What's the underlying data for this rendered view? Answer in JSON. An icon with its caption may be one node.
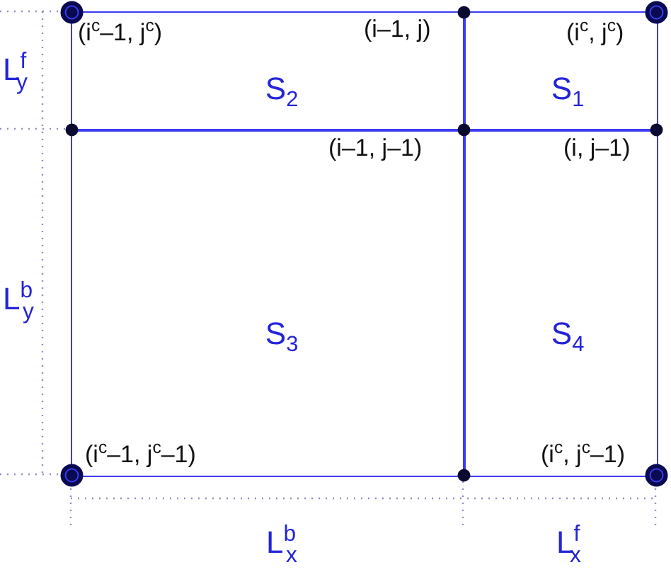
{
  "diagram": {
    "nodes": [
      {
        "text": [
          "S$_{2}$"
        ]
      },
      {
        "text": [
          "S$_{1}$"
        ]
      },
      {
        "text": [
          "S$_{3}$"
        ]
      },
      {
        "text": [
          "S$_{4}$"
        ]
      }
    ],
    "edges": [],
    "labels": [
      "(i$^{c}$–1, j$^{c}$)",
      "(i–1, j)",
      "(i$^{c}$, j$^{c}$)",
      "L$^{f}$$_{y}$",
      "(i–1, j–1)",
      "(i, j–1)",
      "L$^{b}$$_{y}$",
      "(i$^{c}$–1, j$^{c}$–1)",
      "(i$^{c}$, j$^{c}$–1)",
      "L$^{b}$$_{x}$",
      "L$^{f}$$_{x}$"
    ]
  }
}
